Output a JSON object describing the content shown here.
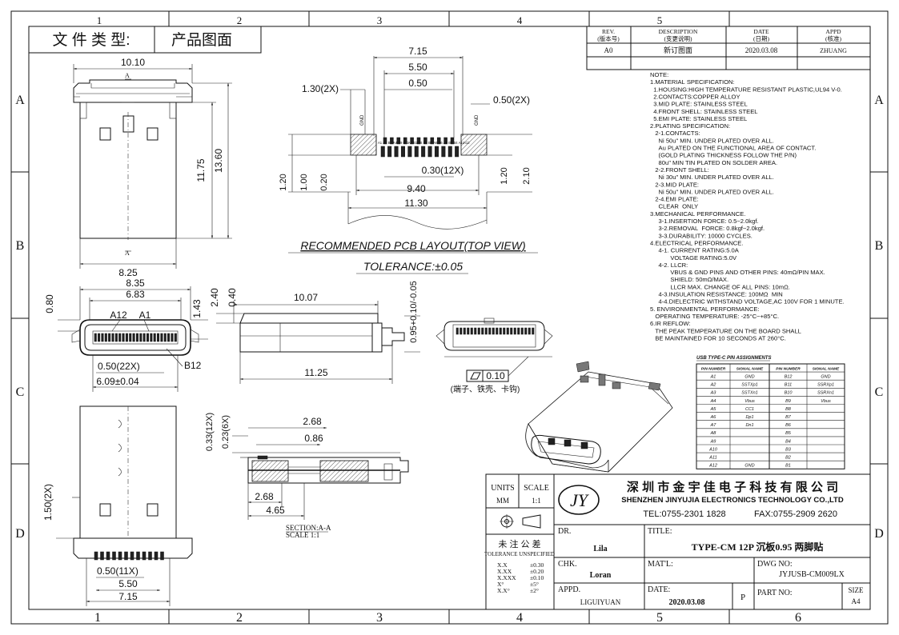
{
  "zones": {
    "top": [
      "1",
      "2",
      "3",
      "4",
      "5"
    ],
    "bottom": [
      "1",
      "2",
      "3",
      "4",
      "5",
      "6"
    ],
    "rows": [
      "A",
      "B",
      "C",
      "D"
    ]
  },
  "file_type": {
    "label": "文 件 类 型:",
    "value": "产品图面"
  },
  "revision": {
    "headers": [
      {
        "en": "REV.",
        "cn": "(版本号)"
      },
      {
        "en": "DESCRIPTION",
        "cn": "(变更说明)"
      },
      {
        "en": "DATE",
        "cn": "(日期)"
      },
      {
        "en": "APPD",
        "cn": "(核准)"
      }
    ],
    "row": {
      "rev": "A0",
      "desc": "新订图面",
      "date": "2020.03.08",
      "appd": "ZHUANG"
    }
  },
  "top_view": {
    "dims": {
      "w_top": "10.10",
      "h_1175": "11.75",
      "h_1360": "13.60",
      "w_bottom": "8.25"
    },
    "section_mark": "A"
  },
  "pcb": {
    "dims": {
      "d715": "7.15",
      "d550": "5.50",
      "d050": "0.50",
      "d130": "1.30(2X)",
      "d050_2x": "0.50(2X)",
      "d120": "1.20",
      "d100": "1.00",
      "d020": "0.20",
      "d030": "0.30(12X)",
      "d120r": "1.20",
      "d210": "2.10",
      "d940": "9.40",
      "d1130": "11.30"
    },
    "pin_labels": [
      "A1",
      "A2",
      "B12",
      "A4",
      "B9",
      "B11",
      "A5",
      "B10",
      "A6",
      "B8",
      "B7",
      "A8",
      "B6",
      "A9",
      "B5",
      "B4",
      "A11",
      "A12"
    ],
    "title": "RECOMMENDED  PCB  LAYOUT(TOP  VIEW)",
    "tolerance": "TOLERANCE:±0.05"
  },
  "front_view": {
    "dims": {
      "d835": "8.35",
      "d683": "6.83",
      "d080": "0.80",
      "d143": "1.43",
      "d050_22": "0.50(22X)",
      "d609": "6.09±0.04"
    },
    "labels": {
      "a12": "A12",
      "a1": "A1",
      "b12": "B12"
    }
  },
  "side_view": {
    "dims": {
      "d240": "2.40",
      "d040": "0.40",
      "d1007": "10.07",
      "d1125": "11.25",
      "tol": "0.95+0.10/-0.05"
    }
  },
  "end_view": {
    "flatness": "0.10",
    "note": "(端子、铁壳、卡钩)"
  },
  "bottom_view": {
    "dims": {
      "d150": "1.50(2X)",
      "d050_11": "0.50(11X)",
      "d550": "5.50",
      "d715": "7.15"
    }
  },
  "section_view": {
    "dims": {
      "d033": "0.33(12X)",
      "d023": "0.23(6X)",
      "d268a": "2.68",
      "d086": "0.86",
      "d268b": "2.68",
      "d465": "4.65"
    },
    "caption": "SECTION:A-A",
    "scale": "SCALE    1:1"
  },
  "notes": [
    "NOTE:",
    "1.MATERIAL SPECIFICATION:",
    "  1.HOUSING:HIGH TEMPERATURE RESISTANT PLASTIC,UL94 V-0.",
    "  2.CONTACTS:COPPER ALLOY",
    "  3.MID PLATE: STAINLESS STEEL",
    "  4.FRONT SHELL: STAINLESS STEEL",
    "  5.EMI PLATE: STAINLESS STEEL",
    "2.PLATING SPECIFICATION:",
    "   2-1.CONTACTS:",
    "     Ni 50u\" MIN. UNDER PLATED OVER ALL.",
    "     Au PLATED ON THE FUNCTIONAL AREA OF CONTACT.",
    "     (GOLD PLATING THICKNESS FOLLOW THE P/N)",
    "     80u\" MIN TIN PLATED ON SOLDER AREA.",
    "   2-2.FRONT SHELL:",
    "     Ni 30u\" MIN. UNDER PLATED OVER ALL.",
    "   2-3.MID PLATE:",
    "     Ni 50u\" MIN. UNDER PLATED OVER ALL.",
    "   2-4.EMI PLATE:",
    "     CLEAR  ONLY",
    "3.MECHANICAL PERFORMANCE.",
    "     3-1.INSERTION FORCE: 0.5~2.0kgf.",
    "     3-2.REMOVAL  FORCE: 0.8kgf~2.0kgf.",
    "     3-3.DURABILITY: 10000 CYCLES.",
    "4.ELECTRICAL PERFORMANCE.",
    "     4-1. CURRENT RATING:5.0A",
    "            VOLTAGE RATING:5.0V",
    "     4-2. LLCR:",
    "            VBUS & GND PINS AND OTHER PINS: 40mΩ/PIN MAX.",
    "            SHIELD: 50mΩ/MAX.",
    "            LLCR MAX. CHANGE OF ALL PINS: 10mΩ.",
    "     4-3.INSULATION RESISTANCE: 100MΩ  MIN",
    "     4-4.DIELECTRIC WITHSTAND VOLTAGE,AC 100V FOR 1 MINUTE.",
    "5. ENVIRONMENTAL PERFORMANCE:",
    "   OPERATING TEMPERATURE: -25°C~+85°C.",
    "6.IR REFLOW:",
    "   THE PEAK TEMPERATURE ON THE BOARD SHALL",
    "   BE MAINTAINED FOR 10 SECONDS AT 260°C."
  ],
  "pin_table": {
    "title": "USB TYPE-C PIN ASSIGNMENTS",
    "headers": [
      "PIN NUMBER",
      "SIGNAL NAME",
      "PIN NUMBER",
      "SIGNAL NAME"
    ],
    "rows": [
      [
        "A1",
        "GND",
        "B12",
        "GND"
      ],
      [
        "A2",
        "SSTXp1",
        "B11",
        "SSRXp1"
      ],
      [
        "A3",
        "SSTXn1",
        "B10",
        "SSRXn1"
      ],
      [
        "A4",
        "Vbus",
        "B9",
        "Vbus"
      ],
      [
        "A5",
        "CC1",
        "B8",
        ""
      ],
      [
        "A6",
        "Dp1",
        "B7",
        ""
      ],
      [
        "A7",
        "Dn1",
        "B6",
        ""
      ],
      [
        "A8",
        "",
        "B5",
        ""
      ],
      [
        "A9",
        "",
        "B4",
        ""
      ],
      [
        "A10",
        "",
        "B3",
        ""
      ],
      [
        "A11",
        "",
        "B2",
        ""
      ],
      [
        "A12",
        "GND",
        "B1",
        ""
      ]
    ]
  },
  "title_block": {
    "units_label": "UNITS",
    "units_value": "MM",
    "scale_label": "SCALE",
    "scale_value": "1:1",
    "logo": "JY",
    "company_cn": "深 圳 市 金 宇 佳 电 子 科 技 有 限 公 司",
    "company_en": "SHENZHEN JINYUJIA ELECTRONICS TECHNOLOGY CO.,LTD",
    "tel": "TEL:0755-2301 1828",
    "fax": "FAX:0755-2909 2620",
    "tol_cn": "未 注 公 差",
    "tol_en": "TOLERANCE UNSPECIFIED",
    "tol_rows": [
      [
        "X.X",
        "±0.30"
      ],
      [
        "X.XX",
        "±0.20"
      ],
      [
        "X.XXX",
        "±0.10"
      ],
      [
        "X°",
        "±5°"
      ],
      [
        "X.X°",
        "±2°"
      ]
    ],
    "dr_label": "DR.",
    "dr_value": "Lila",
    "chk_label": "CHK.",
    "chk_value": "Loran",
    "appd_label": "APPD.",
    "appd_value": "LIGUIYUAN",
    "title_label": "TITLE:",
    "title_value": "TYPE-CM 12P 沉板0.95 两脚贴",
    "mat_label": "MAT'L:",
    "dwg_label": "DWG NO:",
    "dwg_value": "JYJUSB-CM009LX",
    "date_label": "DATE:",
    "date_value": "2020.03.08",
    "p_label": "P",
    "part_label": "PART NO:",
    "size_label": "SIZE",
    "size_value": "A4"
  }
}
